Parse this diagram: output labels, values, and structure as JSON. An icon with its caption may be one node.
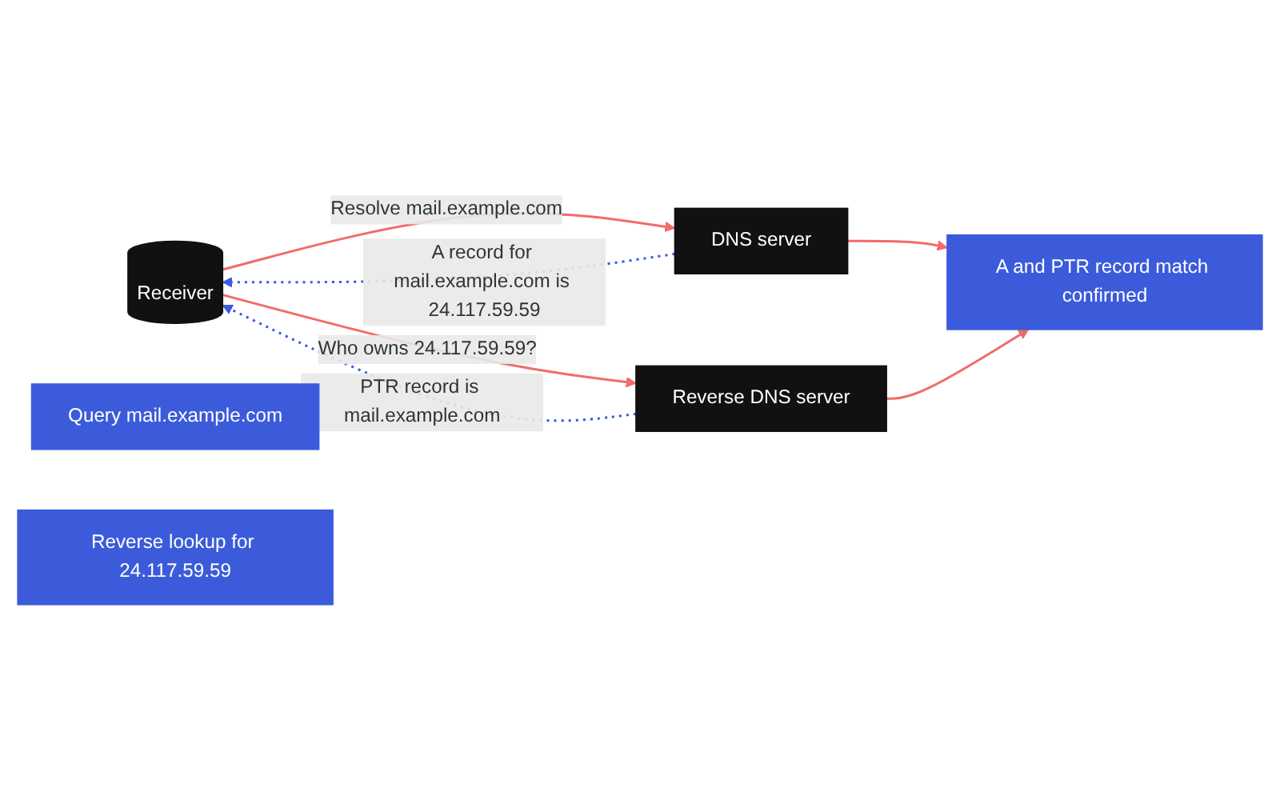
{
  "diagram": {
    "nodes": [
      {
        "text": [
          "Receiver"
        ]
      },
      {
        "text": [
          "DNS server"
        ]
      },
      {
        "text": [
          "Reverse DNS server"
        ]
      },
      {
        "text": [
          "Query mail.example.com"
        ]
      },
      {
        "text": [
          "Reverse lookup for 24.117.59.59"
        ]
      },
      {
        "text": [
          "A and PTR record match confirmed"
        ]
      }
    ],
    "edges": [
      {
        "from": 0,
        "to": 1,
        "arrow": "to",
        "label": "Resolve mail.example.com"
      },
      {
        "from": 1,
        "to": 0,
        "arrow": "to",
        "label": "A record for mail.example.com is 24.117.59.59",
        "style": "dashed",
        "color": "#3b5bdb"
      },
      {
        "from": 2,
        "to": 0,
        "arrow": "to",
        "label": "PTR record is mail.example.com",
        "style": "dashed",
        "color": "#3b5bdb"
      },
      {
        "from": 0,
        "to": 2,
        "arrow": "to",
        "label": "Who owns 24.117.59.59?"
      },
      {
        "from": 1,
        "to": 5,
        "arrow": "to"
      },
      {
        "from": 2,
        "to": 5,
        "arrow": "to"
      }
    ]
  }
}
